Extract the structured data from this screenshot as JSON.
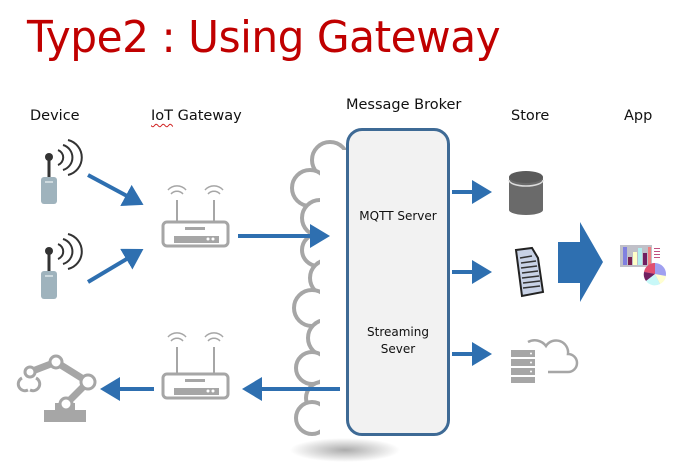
{
  "title": "Type2 : Using Gateway",
  "columns": {
    "device": "Device",
    "gateway": "IoT Gateway",
    "broker": "Message Broker",
    "store": "Store",
    "app": "App"
  },
  "broker": {
    "mqtt_label": "MQTT Server",
    "streaming_label_line1": "Streaming",
    "streaming_label_line2": "Sever"
  },
  "icons": {
    "device_top": "sensor-device-icon",
    "device_bottom": "sensor-device-icon",
    "gateway_top": "wifi-router-icon",
    "gateway_bottom": "wifi-router-icon",
    "robot": "robot-arm-icon",
    "cloud": "cloud-icon",
    "database": "database-icon",
    "document": "document-icon",
    "server_cloud": "cloud-server-icon",
    "app": "chart-dashboard-icon",
    "big_arrow": "big-arrow-right-icon"
  },
  "colors": {
    "title": "#c00000",
    "arrow": "#2e6fb0",
    "broker_border": "#3e6a95",
    "broker_fill": "#f2f2f2",
    "icon_gray": "#a6a6a6",
    "device_body": "#9fb3bd"
  }
}
